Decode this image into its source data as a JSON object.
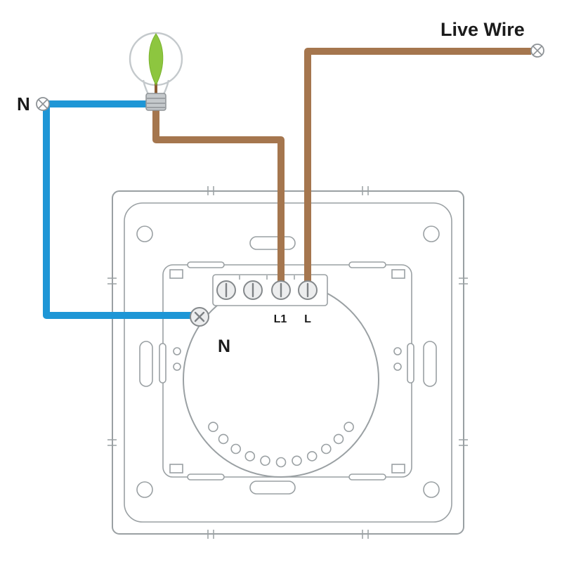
{
  "diagram": {
    "labels": {
      "neutral_supply": "N",
      "live_wire": "Live Wire",
      "terminal_l1": "L1",
      "terminal_l": "L",
      "switch_neutral": "N"
    },
    "colors": {
      "neutral_wire": "#1E96D6",
      "live_wire": "#A5764E",
      "outline": "#9AA0A3",
      "leaf_green": "#8DC63F",
      "text": "#1B1B1B"
    }
  }
}
